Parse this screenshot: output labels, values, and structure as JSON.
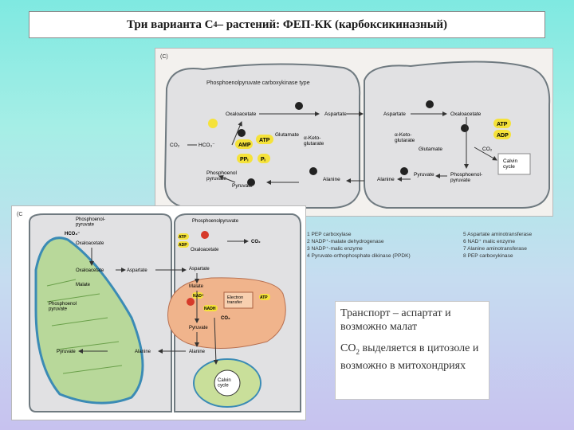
{
  "title": {
    "prefix": "Три варианта С",
    "sub": "4",
    "suffix": " – растений: ФЕП-КК (карбоксикиназный)"
  },
  "figure_top": {
    "panel_label": "(C)",
    "heading": "Phosphoenolpyruvate carboxykinase type",
    "labels": {
      "oxaloacetate_left": "Oxaloacetate",
      "aspartate_left": "Aspartate",
      "aspartate_right": "Aspartate",
      "oxaloacetate_right": "Oxaloacetate",
      "glutamate_left": "Glutamate",
      "akg_left": "α-Keto-\nglutarate",
      "akg_right": "α-Keto-\nglutarate",
      "glutamate_right": "Glutamate",
      "co2_left": "CO₂",
      "hco3": "HCO₃⁻",
      "amp": "AMP",
      "atp_left": "ATP",
      "ppi": "PPᵢ",
      "pi": "Pᵢ",
      "pep_left": "Phosphoenol\npyruvate",
      "pyruvate_left": "Pyruvate",
      "alanine_left": "Alanine",
      "alanine_right": "Alanine",
      "pyruvate_right": "Pyruvate",
      "pep_right": "Phosphoenol-\npyruvate",
      "atp_right": "ATP",
      "adp_right": "ADP",
      "co2_right": "CO₂",
      "calvin": "Calvin\ncycle"
    }
  },
  "figure_bottom": {
    "panel_label": "(C",
    "labels": {
      "pep_top": "Phosphoenol-\npyruvate",
      "hco3": "HCO₃⁻",
      "oxaloacetate_mes": "Oxaloacetate",
      "oxaloacetate_chl": "Oxaloacetate",
      "aspartate_mes": "Aspartate",
      "malate_chl": "Malate",
      "pep_chl": "Phosphoenol\npyruvate",
      "pyruvate_chl": "Pyruvate",
      "alanine_mes": "Alanine",
      "pep_bs": "Phosphoenolpyruvate",
      "atp_bs": "ATP",
      "adp_bs": "ADP",
      "co2_bs": "CO₂",
      "oxaloacetate_bs": "Oxaloacetate",
      "aspartate_bs": "Aspartate",
      "malate_bs": "Malate",
      "nad": "NAD⁺",
      "nadh": "NADH",
      "electron_transfer": "Electron\ntransfer",
      "atp_mito": "ATP",
      "co2_mito": "CO₂",
      "pyruvate_bs": "Pyruvate",
      "alanine_bs": "Alanine",
      "calvin": "Calvin\ncycle"
    }
  },
  "legend": {
    "left": [
      "1  PEP carboxylase",
      "2  NADP⁺-malate dehydrogenase",
      "3  NADP⁺-malic enzyme",
      "4  Pyruvate-orthophosphate dikinase (PPDK)"
    ],
    "right": [
      "5  Aspartate aminotransferase",
      "6  NAD⁺ malic enzyme",
      "7  Alanine aminotransferase",
      "8  PEP carboxykinase"
    ]
  },
  "note": {
    "line1": "Транспорт – аспартат и возможно малат",
    "line2_prefix": "СО",
    "line2_sub": "2",
    "line2_suffix": " выделяется в цитозоле и возможно в митохондриях"
  },
  "colors": {
    "cell_fill": "#e1e1e3",
    "cell_border": "#6f7a80",
    "enzyme_circle": "#222222",
    "cofactor_yellow": "#f5e23a",
    "cofactor_red": "#d63a2a",
    "chloroplast_green": "#b8d89a",
    "mitochondrion_orange": "#f0b48c"
  }
}
